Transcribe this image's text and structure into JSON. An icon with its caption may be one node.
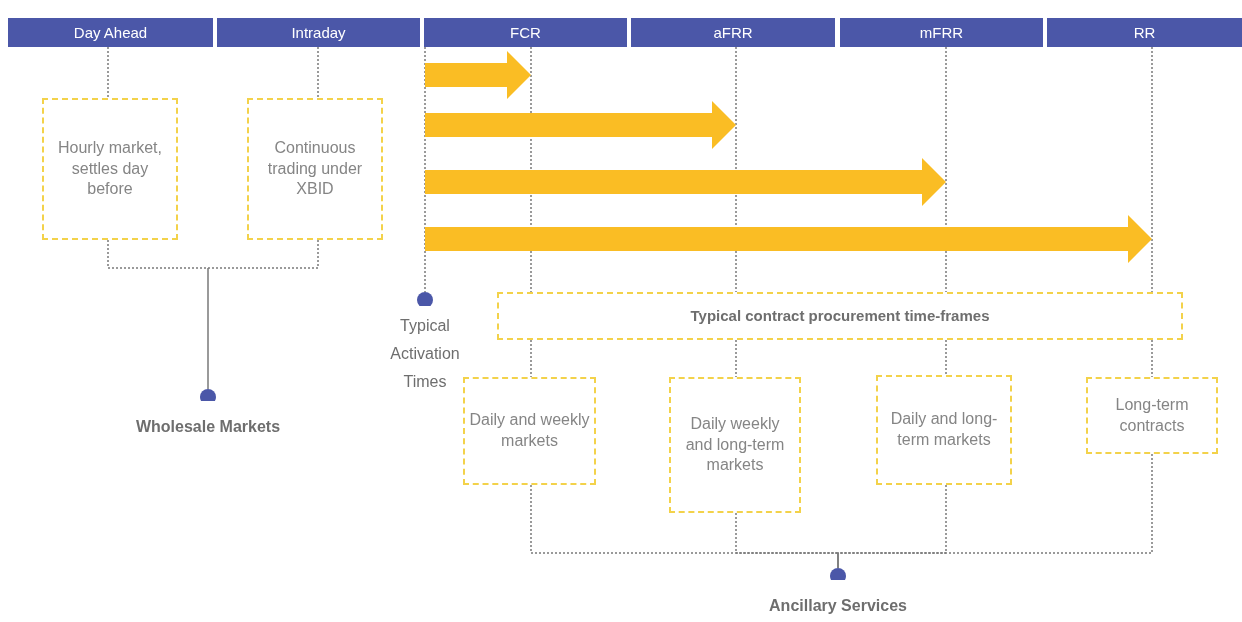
{
  "diagram": {
    "nodes": [
      {
        "text": [
          "Day Ahead"
        ]
      },
      {
        "text": [
          "Intraday"
        ]
      },
      {
        "text": [
          "FCR"
        ]
      },
      {
        "text": [
          "aFRR"
        ]
      },
      {
        "text": [
          "mFRR"
        ]
      },
      {
        "text": [
          "RR"
        ]
      },
      {
        "text": [
          "Hourly market, settles day before"
        ]
      },
      {
        "text": [
          "Continuous trading under XBID"
        ]
      },
      {
        "text": [
          "Wholesale Markets"
        ]
      },
      {
        "text": [
          "Typical Activation Times"
        ]
      },
      {
        "text": [
          "Typical contract procurement time-frames"
        ]
      },
      {
        "text": [
          "Daily and weekly markets"
        ]
      },
      {
        "text": [
          "Daily weekly and long-term markets"
        ]
      },
      {
        "text": [
          "Daily and long-term markets"
        ]
      },
      {
        "text": [
          "Long-term contracts"
        ]
      },
      {
        "text": [
          "Ancillary Services"
        ]
      }
    ],
    "edges": [
      {
        "from": 0,
        "to": 6,
        "arrow": "none",
        "style": "dashed"
      },
      {
        "from": 1,
        "to": 7,
        "arrow": "none",
        "style": "dashed"
      },
      {
        "from": 6,
        "to": 8,
        "arrow": "none",
        "style": "dashed"
      },
      {
        "from": 7,
        "to": 8,
        "arrow": "none",
        "style": "dashed"
      },
      {
        "from": 2,
        "to": 9,
        "arrow": "none",
        "style": "dashed"
      },
      {
        "from": 2,
        "to": 10,
        "arrow": "none",
        "style": "dashed"
      },
      {
        "from": 3,
        "to": 10,
        "arrow": "none",
        "style": "dashed"
      },
      {
        "from": 4,
        "to": 10,
        "arrow": "none",
        "style": "dashed"
      },
      {
        "from": 5,
        "to": 10,
        "arrow": "none",
        "style": "dashed"
      },
      {
        "from": 10,
        "to": 11,
        "arrow": "none",
        "style": "dashed"
      },
      {
        "from": 10,
        "to": 12,
        "arrow": "none",
        "style": "dashed"
      },
      {
        "from": 10,
        "to": 13,
        "arrow": "none",
        "style": "dashed"
      },
      {
        "from": 10,
        "to": 14,
        "arrow": "none",
        "style": "dashed"
      },
      {
        "from": 11,
        "to": 15,
        "arrow": "none",
        "style": "dashed"
      },
      {
        "from": 12,
        "to": 15,
        "arrow": "none",
        "style": "dashed"
      },
      {
        "from": 13,
        "to": 15,
        "arrow": "none",
        "style": "dashed"
      },
      {
        "from": 14,
        "to": 15,
        "arrow": "none",
        "style": "dashed"
      }
    ]
  }
}
